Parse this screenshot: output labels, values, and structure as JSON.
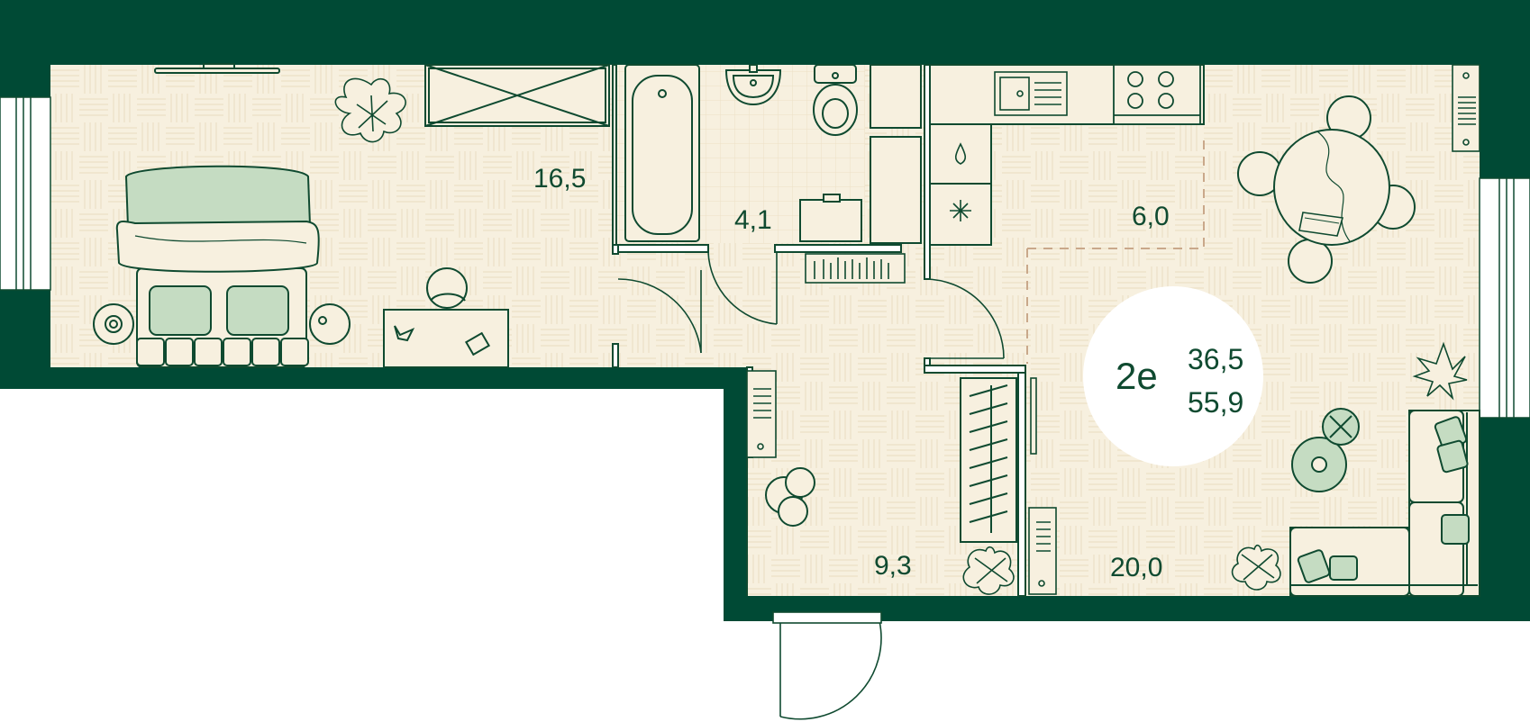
{
  "plan": {
    "apartment_type": "2е",
    "living_area": "36,5",
    "total_area": "55,9"
  },
  "rooms": [
    {
      "id": "bedroom",
      "area": "16,5"
    },
    {
      "id": "bathroom",
      "area": "4,1"
    },
    {
      "id": "kitchen",
      "area": "6,0"
    },
    {
      "id": "hallway",
      "area": "9,3"
    },
    {
      "id": "living-room",
      "area": "20,0"
    }
  ],
  "colors": {
    "wall": "#004a35",
    "floor": "#f7f0df",
    "parquet_line": "#ece1c8",
    "furniture_line": "#0f4a30",
    "cushion": "#c5dcc2",
    "badge": "#ffffff"
  },
  "icons": [
    "bed-icon",
    "tv-icon",
    "plant-icon",
    "desk-icon",
    "chair-icon",
    "bathtub-icon",
    "sink-icon",
    "toilet-icon",
    "washing-machine-icon",
    "stove-icon",
    "kitchen-sink-icon",
    "dining-table-icon",
    "laptop-icon",
    "wardrobe-icon",
    "sofa-icon",
    "radiator-icon",
    "door-icon",
    "window-icon"
  ]
}
